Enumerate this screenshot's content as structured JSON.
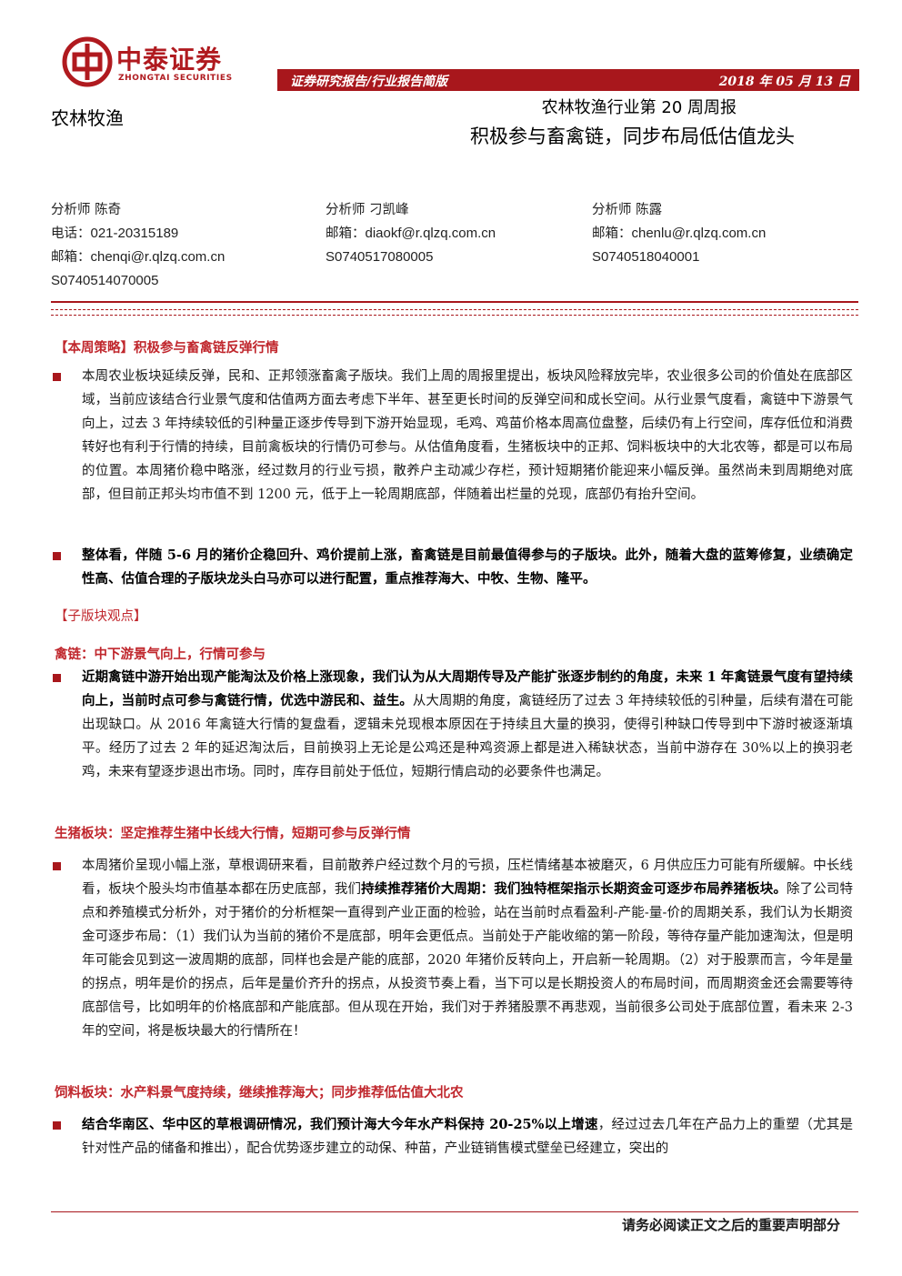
{
  "header": {
    "logo_cn": "中泰证券",
    "logo_en": "ZHONGTAI SECURITIES",
    "banner_left": "证券研究报告/行业报告简版",
    "banner_right": "2018 年 05 月 13 日",
    "sector": "农林牧渔",
    "title_line1": "农林牧渔行业第 20 周周报",
    "title_line2": "积极参与畜禽链，同步布局低估值龙头"
  },
  "analysts": [
    {
      "title": "分析师  陈奇",
      "phone_label": "电话：",
      "phone": "021-20315189",
      "email_label": "邮箱：",
      "email": "chenqi@r.qlzq.com.cn",
      "id": "S0740514070005"
    },
    {
      "title": "分析师  刁凯峰",
      "email_label": "邮箱：",
      "email": "diaokf@r.qlzq.com.cn",
      "id": "S0740517080005"
    },
    {
      "title": "分析师  陈露",
      "email_label": "邮箱：",
      "email": "chenlu@r.qlzq.com.cn",
      "id": "S0740518040001"
    }
  ],
  "sections": {
    "strategy_head": "【本周策略】积极参与畜禽链反弹行情",
    "p1": "本周农业板块延续反弹，民和、正邦领涨畜禽子版块。我们上周的周报里提出，板块风险释放完毕，农业很多公司的价值处在底部区域，当前应该结合行业景气度和估值两方面去考虑下半年、甚至更长时间的反弹空间和成长空间。从行业景气度看，禽链中下游景气向上，过去 3 年持续较低的引种量正逐步传导到下游开始显现，毛鸡、鸡苗价格本周高位盘整，后续仍有上行空间，库存低位和消费转好也有利于行情的持续，目前禽板块的行情仍可参与。从估值角度看，生猪板块中的正邦、饲料板块中的大北农等，都是可以布局的位置。本周猪价稳中略涨，经过数月的行业亏损，散养户主动减少存栏，预计短期猪价能迎来小幅反弹。虽然尚未到周期绝对底部，但目前正邦头均市值不到 1200 元，低于上一轮周期底部，伴随着出栏量的兑现，底部仍有抬升空间。",
    "p2": "整体看，伴随 5-6 月的猪价企稳回升、鸡价提前上涨，畜禽链是目前最值得参与的子版块。此外，随着大盘的蓝筹修复，业绩确定性高、估值合理的子版块龙头白马亦可以进行配置，重点推荐海大、中牧、生物、隆平。",
    "sub_head": "【子版块观点】",
    "poultry_head": "禽链：中下游景气向上，行情可参与",
    "p3_bold": "近期禽链中游开始出现产能淘汰及价格上涨现象，我们认为从大周期传导及产能扩张逐步制约的角度，未来 1 年禽链景气度有望持续向上，当前时点可参与禽链行情，优选中游民和、益生。",
    "p3_rest": "从大周期的角度，禽链经历了过去 3 年持续较低的引种量，后续有潜在可能出现缺口。从 2016 年禽链大行情的复盘看，逻辑未兑现根本原因在于持续且大量的换羽，使得引种缺口传导到中下游时被逐渐填平。经历了过去 2 年的延迟淘汰后，目前换羽上无论是公鸡还是种鸡资源上都是进入稀缺状态，当前中游存在 30%以上的换羽老鸡，未来有望逐步退出市场。同时，库存目前处于低位，短期行情启动的必要条件也满足。",
    "hog_head": "生猪板块：坚定推荐生猪中长线大行情，短期可参与反弹行情",
    "p4_a": "本周猪价呈现小幅上涨，草根调研来看，目前散养户经过数个月的亏损，压栏情绪基本被磨灭，6 月供应压力可能有所缓解。中长线看，板块个股头均市值基本都在历史底部，我们",
    "p4_bold": "持续推荐猪价大周期：我们独特框架指示长期资金可逐步布局养猪板块。",
    "p4_b": "除了公司特点和养殖模式分析外，对于猪价的分析框架一直得到产业正面的检验，站在当前时点看盈利-产能-量-价的周期关系，我们认为长期资金可逐步布局：（1）我们认为当前的猪价不是底部，明年会更低点。当前处于产能收缩的第一阶段，等待存量产能加速淘汰，但是明年可能会见到这一波周期的底部，同样也会是产能的底部，2020 年猪价反转向上，开启新一轮周期。（2）对于股票而言，今年是量的拐点，明年是价的拐点，后年是量价齐升的拐点，从投资节奏上看，当下可以是长期投资人的布局时间，而周期资金还会需要等待底部信号，比如明年的价格底部和产能底部。但从现在开始，我们对于养猪股票不再悲观，当前很多公司处于底部位置，看未来 2-3 年的空间，将是板块最大的行情所在！",
    "feed_head": "饲料板块：水产料景气度持续，继续推荐海大；同步推荐低估值大北农",
    "p5_bold": "结合华南区、华中区的草根调研情况，我们预计海大今年水产料保持 20-25%以上增速",
    "p5_rest": "，经过过去几年在产品力上的重塑（尤其是针对性产品的储备和推出），配合优势逐步建立的动保、种苗，产业链销售模式壁垒已经建立，突出的"
  },
  "footer": "请务必阅读正文之后的重要声明部分",
  "colors": {
    "brand_red": "#a8171c",
    "head_red": "#c0272d"
  }
}
